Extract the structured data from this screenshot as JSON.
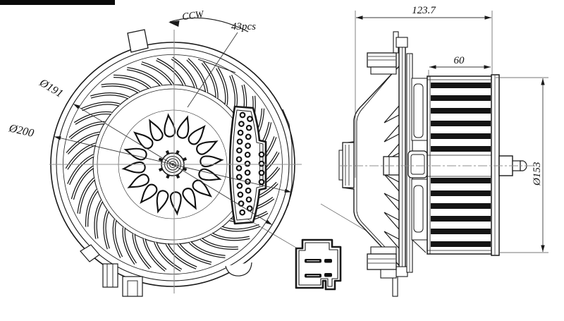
{
  "drawing_type": "blower-motor-technical-drawing",
  "colors": {
    "ink": "#1a1a1a",
    "centerline": "#8f8f8f",
    "dimension_line": "#3a3a3a",
    "redaction_bar": "#0a0a0a"
  },
  "front_view": {
    "dim_wheel_diameter": "Ø191",
    "dim_housing_diameter": "Ø200",
    "blade_count_label": "43pcs",
    "rotation_label": "CCW"
  },
  "side_view": {
    "dim_overall_width": "123.7",
    "dim_motor_length": "60",
    "dim_motor_diameter": "Ø153"
  }
}
